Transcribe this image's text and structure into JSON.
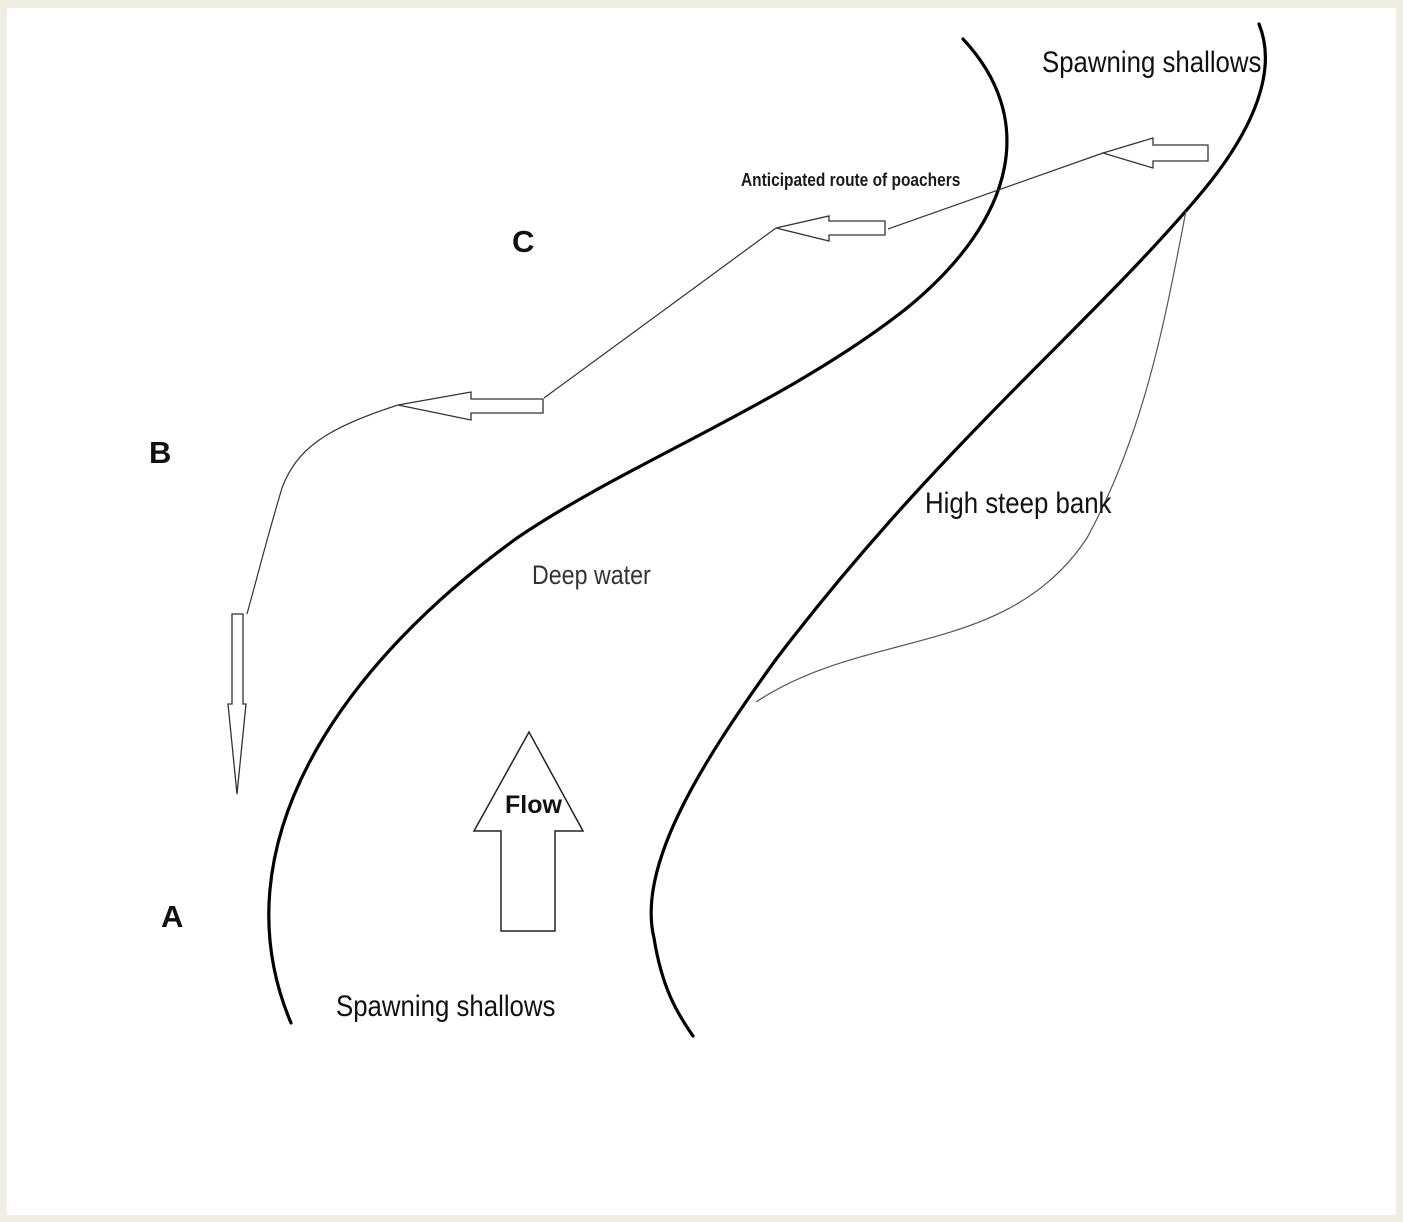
{
  "labels": {
    "spawning_shallows_top": "Spawning shallows",
    "spawning_shallows_bottom": "Spawning shallows",
    "anticipated_route": "Anticipated route of poachers",
    "deep_water": "Deep water",
    "high_steep_bank": "High steep bank",
    "flow": "Flow",
    "point_a": "A",
    "point_b": "B",
    "point_c": "C"
  },
  "colors": {
    "page_border": "#efede4",
    "background": "#ffffff",
    "bank_line": "#000000",
    "route_line": "#333333"
  }
}
